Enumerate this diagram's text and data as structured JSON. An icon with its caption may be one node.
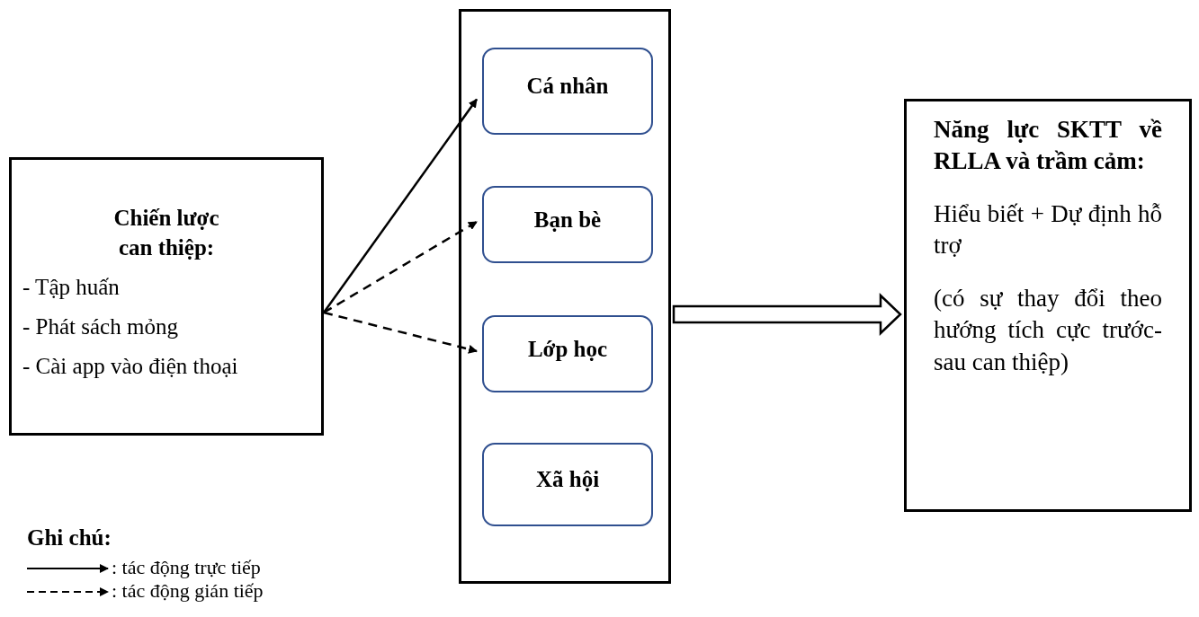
{
  "diagram": {
    "nodes": [
      {
        "text": [
          "Chiến lược can thiệp:",
          "- Tập huấn",
          "- Phát sách mỏng",
          "- Cài app vào điện thoại"
        ]
      },
      {
        "text": [],
        "shape": "box"
      },
      {
        "text": [
          "Cá nhân"
        ],
        "in": 1
      },
      {
        "text": [
          "Bạn bè"
        ],
        "in": 1
      },
      {
        "text": [
          "Lớp học"
        ],
        "in": 1
      },
      {
        "text": [
          "Xã hội"
        ],
        "in": 1
      },
      {
        "text": [
          "Năng lực SKTT về RLLA và trầm cảm:",
          "Hiểu biết + Dự định hỗ trợ",
          "(có sự thay đổi theo hướng tích cực trước-sau can thiệp)"
        ]
      }
    ],
    "edges": [
      {
        "from": 0,
        "to": 2,
        "arrow": "to"
      },
      {
        "from": 0,
        "to": 3,
        "arrow": "to",
        "style": "dashed"
      },
      {
        "from": 0,
        "to": 4,
        "arrow": "to",
        "style": "dashed"
      },
      {
        "from": 1,
        "to": 6,
        "arrow": "to",
        "style": "thick"
      }
    ],
    "labels": [
      "Ghi chú:"
    ],
    "legend": [
      {
        "text": ": tác động trực tiếp"
      },
      {
        "text": ": tác động gián tiếp"
      }
    ]
  }
}
